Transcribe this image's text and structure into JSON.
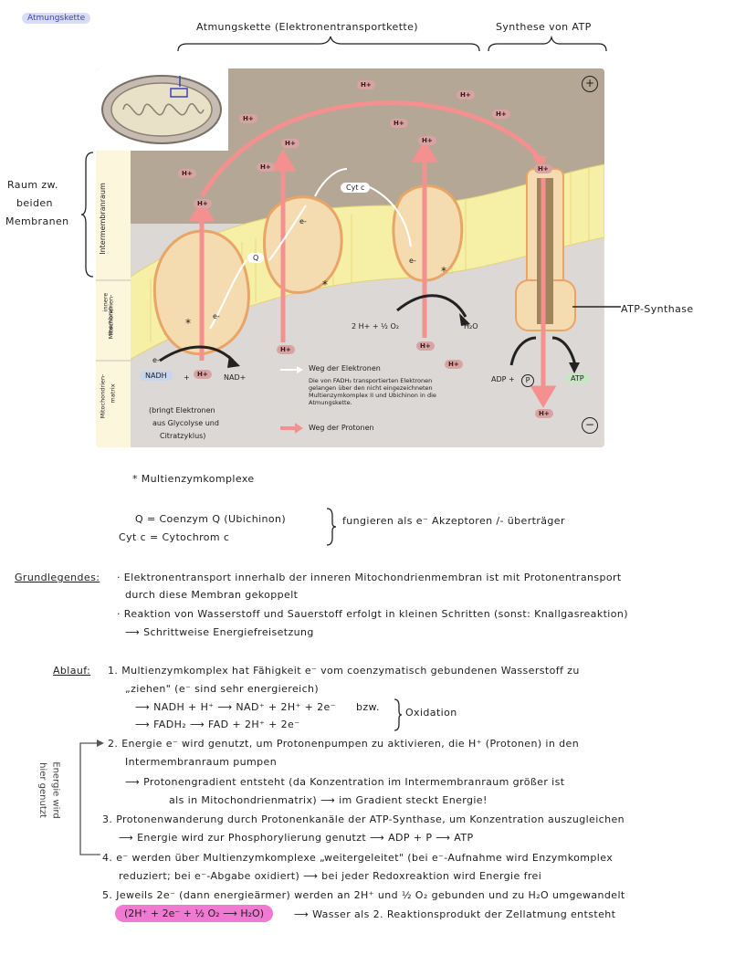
{
  "title_tag": "Atmungskette",
  "header": {
    "chain_label": "Atmungskette (Elektronentransportkette)",
    "atp_label": "Synthese von ATP"
  },
  "side": {
    "space_label_1": "Raum zw.",
    "space_label_2": "beiden",
    "space_label_3": "Membranen",
    "intermembrane": "Intermembranraum",
    "inner_membrane_1": "innere",
    "inner_membrane_2": "Mitochondrien-",
    "inner_membrane_3": "membran",
    "matrix_1": "Mitochondrien-",
    "matrix_2": "matrix"
  },
  "diagram": {
    "plus_sign": "+",
    "minus_sign": "−",
    "h_plus": "H+",
    "q": "Q",
    "cytc": "Cyt c",
    "e_minus": "e-",
    "star": "*",
    "nadh": "NADH",
    "plus": "+",
    "nad_plus": "NAD+",
    "brings_1": "(bringt Elektronen",
    "brings_2": "aus Glycolyse und",
    "brings_3": "Citratzyklus)",
    "o2_reaction": "2 H+ + ½ O₂",
    "h2o": "H₂O",
    "atp_synthase": "ATP-Synthase",
    "adp": "ADP +",
    "p": "P",
    "atp": "ATP",
    "legend_electrons": "Weg der Elektronen",
    "legend_fadh_1": "Die von FADH₂ transportierten Elektronen",
    "legend_fadh_2": "gelangen über den nicht eingezeichneten",
    "legend_fadh_3": "Multienzymkomplex II und Ubichinon in die",
    "legend_fadh_4": "Atmungskette.",
    "legend_protons": "Weg der Protonen"
  },
  "notes": {
    "multienzyme": "* Multienzymkomplexe",
    "q_def": "Q = Coenzym Q (Ubichinon)",
    "cytc_def": "Cyt c = Cytochrom c",
    "acceptor": "fungieren als e⁻ Akzeptoren /- überträger"
  },
  "basics": {
    "label": "Grundlegendes:",
    "line1": "· Elektronentransport innerhalb der inneren Mitochondrienmembran ist mit Protonentransport",
    "line2": "durch diese Membran gekoppelt",
    "line3": "· Reaktion von Wasserstoff und Sauerstoff erfolgt in kleinen Schritten (sonst: Knallgasreaktion)",
    "line4": "⟶ Schrittweise Energiefreisetzung"
  },
  "process": {
    "label": "Ablauf:",
    "s1a": "1. Multienzymkomplex hat Fähigkeit e⁻ vom coenzymatisch gebundenen Wasserstoff zu",
    "s1b": "„ziehen\" (e⁻ sind sehr energiereich)",
    "s1c": "⟶ NADH + H⁺ ⟶ NAD⁺ + 2H⁺ + 2e⁻",
    "s1c_bzw": "bzw.",
    "s1d": "⟶ FADH₂ ⟶ FAD + 2H⁺ + 2e⁻",
    "s1_oxidation": "Oxidation",
    "s2a": "2. Energie e⁻ wird genutzt, um Protonenpumpen zu aktivieren, die H⁺ (Protonen) in den",
    "s2b": "Intermembranraum pumpen",
    "s2c": "⟶ Protonengradient entsteht (da Konzentration im Intermembranraum größer ist",
    "s2d": "als in Mitochondrienmatrix) ⟶ im Gradient steckt Energie!",
    "s3a": "3. Protonenwanderung durch Protonenkanäle der ATP-Synthase, um Konzentration auszugleichen",
    "s3b": "⟶ Energie wird zur Phosphorylierung genutzt ⟶ ADP + P ⟶ ATP",
    "s4a": "4. e⁻ werden über Multienzymkomplexe „weitergeleitet\" (bei e⁻-Aufnahme wird Enzymkomplex",
    "s4b": "reduziert; bei e⁻-Abgabe oxidiert) ⟶ bei jeder Redoxreaktion wird Energie frei",
    "s5a": "5. Jeweils 2e⁻ (dann energieärmer) werden an 2H⁺ und ½ O₂ gebunden und zu H₂O umgewandelt",
    "s5_formula": "(2H⁺ + 2e⁻ + ½ O₂ ⟶ H₂O)",
    "s5b": "⟶ Wasser als 2. Reaktionsprodukt der Zellatmung entsteht",
    "energy_side_1": "Energie wird",
    "energy_side_2": "hier genutzt"
  },
  "colors": {
    "intermembrane_bg": "#b5a795",
    "matrix_bg": "#dcd8d5",
    "membrane": "#f6f0a6",
    "complex": "#f4dcb0",
    "complex_edge": "#e9a567",
    "proton_arrow": "#f49090",
    "sidebar": "#fbf6dc"
  }
}
